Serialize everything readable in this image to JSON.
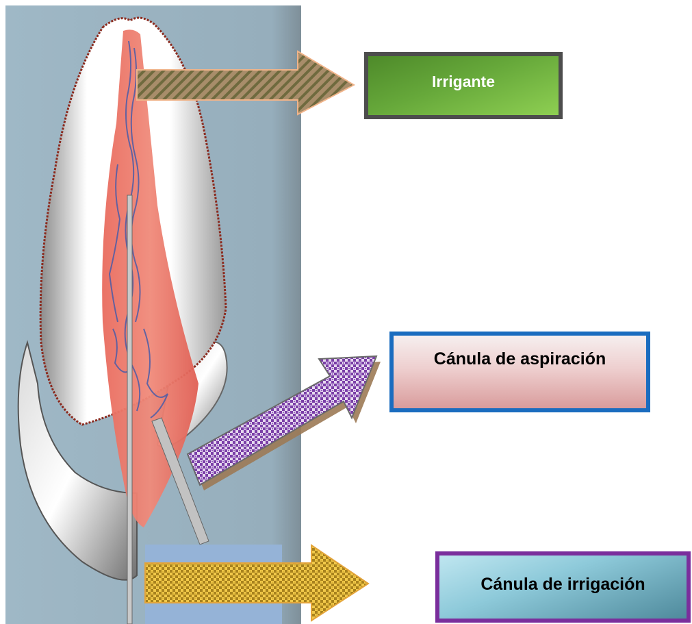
{
  "diagram": {
    "labels": {
      "irrigante": "Irrigante",
      "aspiracion": "Cánula de aspiración",
      "irrigacion": "Cánula de irrigación"
    },
    "colors": {
      "background_panel": "#9eb6c4",
      "irrigante_box": "#66a83a",
      "irrigante_border": "#4d4d4d",
      "aspiracion_box": "#e8b8b8",
      "aspiracion_border": "#1a6cbf",
      "irrigacion_box": "#8ecada",
      "irrigacion_border": "#7a2e9c",
      "arrow_irrigante": "#8c7a5a",
      "arrow_aspiracion": "#7b3fa8",
      "arrow_irrigacion": "#d6a821",
      "pulp": "#e96b5e"
    },
    "arrows": {
      "irrigante": "striped-arrow",
      "aspiracion": "dotted-arrow",
      "irrigacion": "dotted-arrow"
    }
  }
}
